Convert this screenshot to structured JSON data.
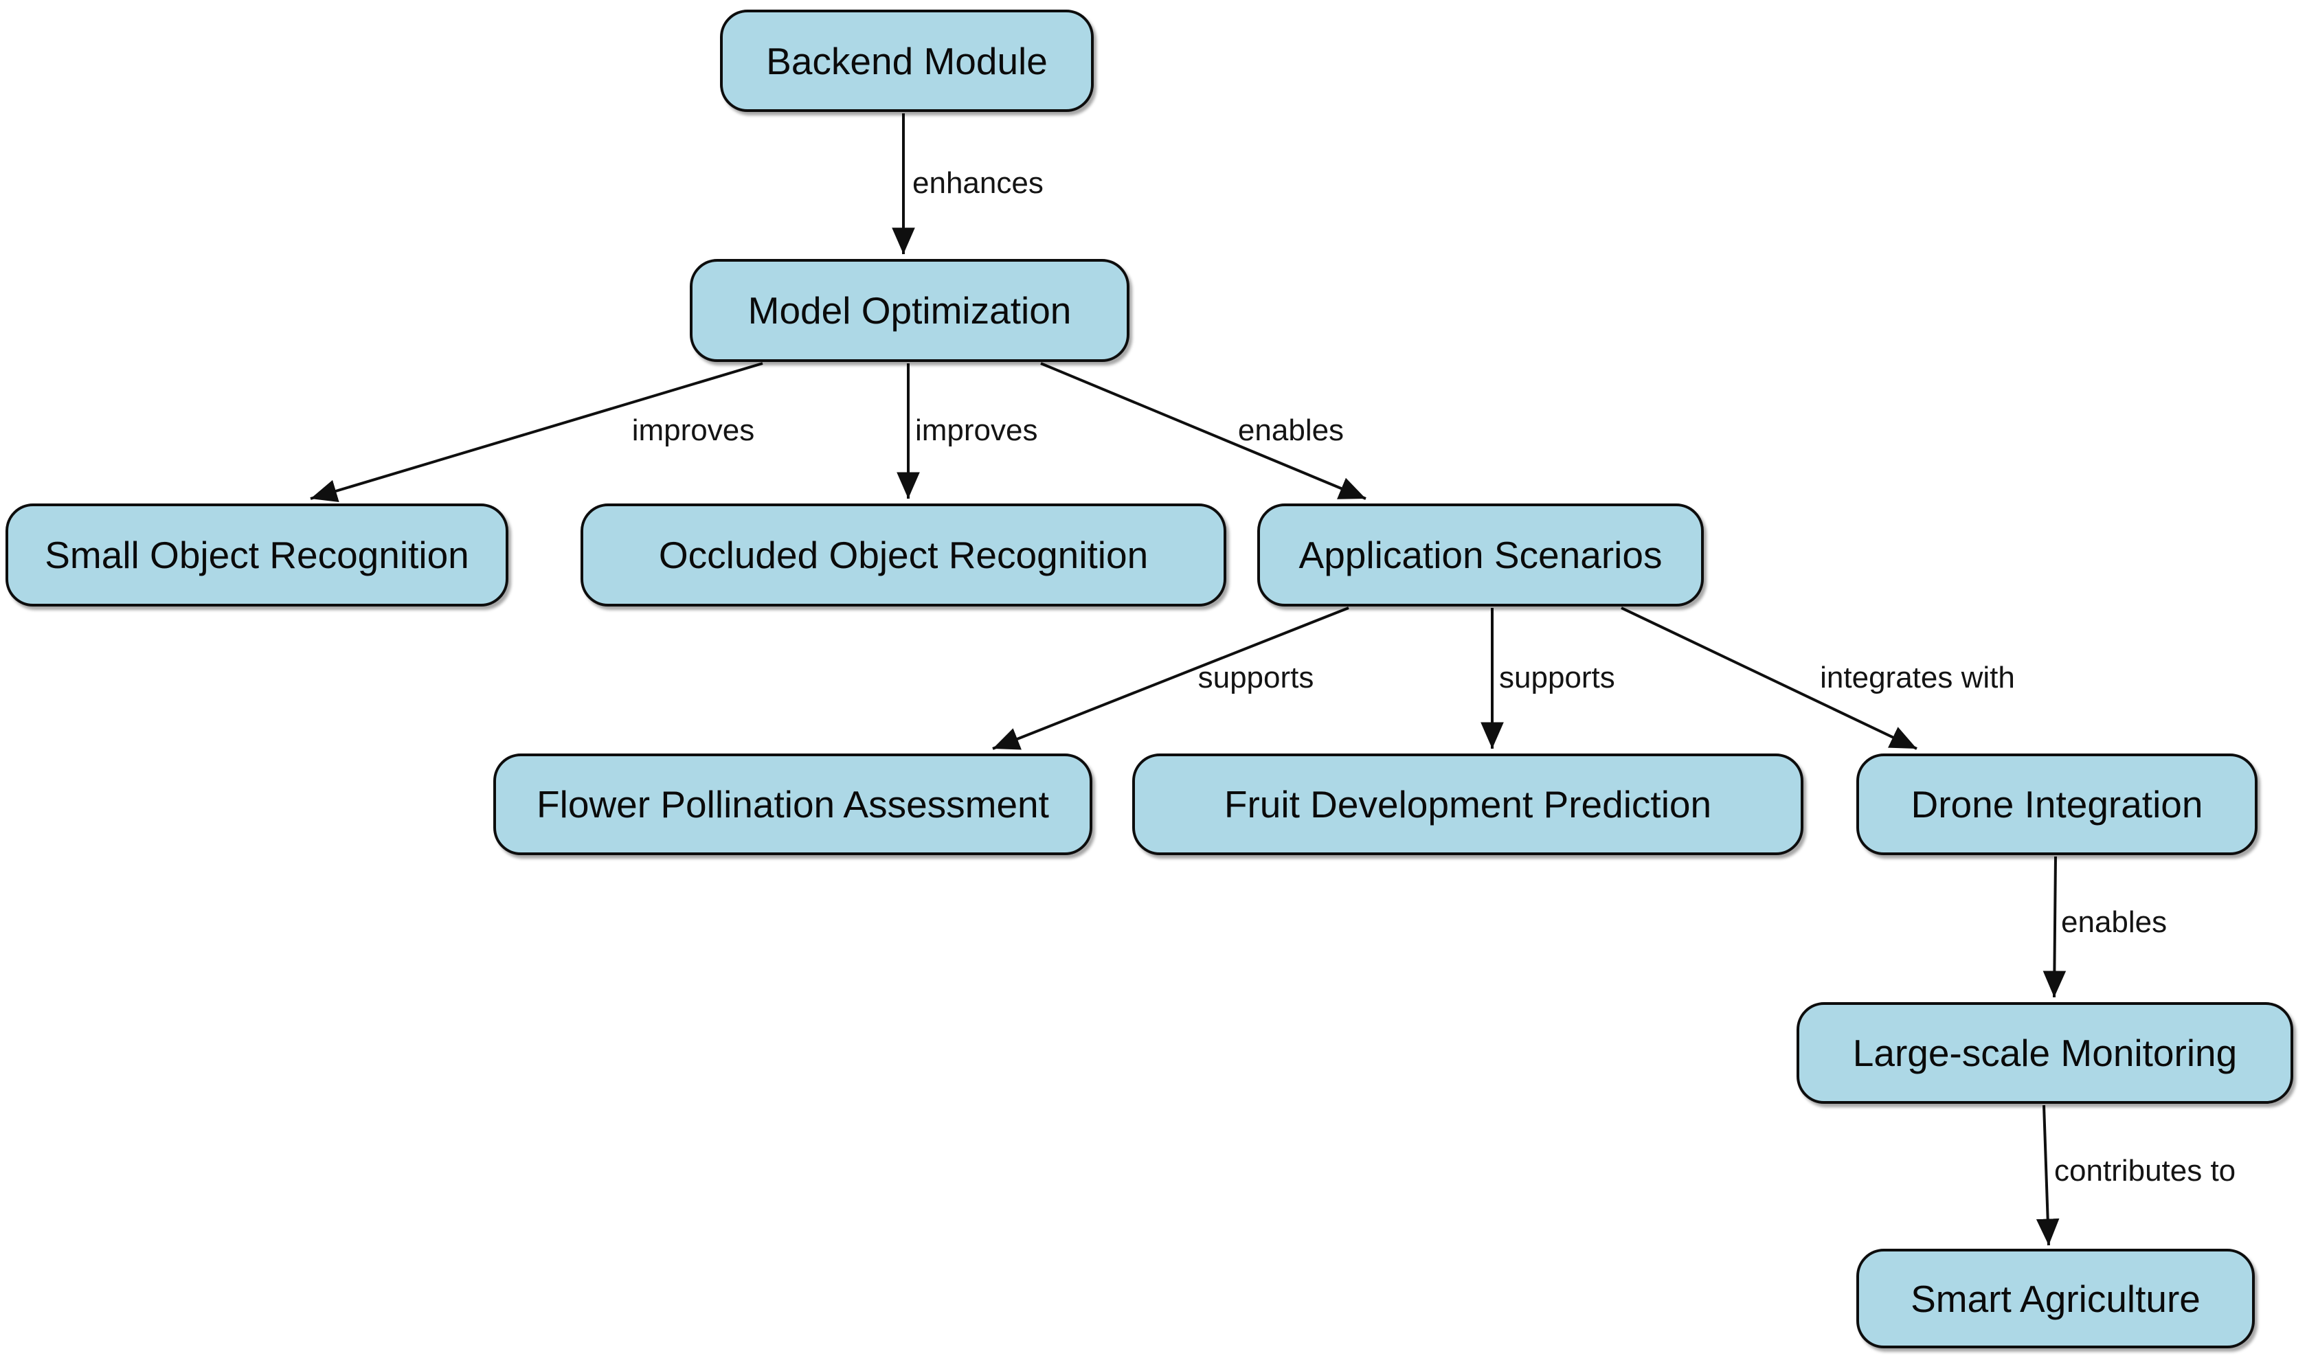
{
  "diagram": {
    "type": "flowchart",
    "background_color": "#ffffff",
    "node_fill_color": "#add8e6",
    "node_border_color": "#0d0d0d",
    "edge_color": "#0f0f0f",
    "nodes": [
      {
        "id": "backend-module",
        "label": "Backend Module"
      },
      {
        "id": "model-optimization",
        "label": "Model Optimization"
      },
      {
        "id": "small-object-recognition",
        "label": "Small Object Recognition"
      },
      {
        "id": "occluded-object-recognition",
        "label": "Occluded Object Recognition"
      },
      {
        "id": "application-scenarios",
        "label": "Application Scenarios"
      },
      {
        "id": "flower-pollination-assessment",
        "label": "Flower Pollination Assessment"
      },
      {
        "id": "fruit-development-prediction",
        "label": "Fruit Development Prediction"
      },
      {
        "id": "drone-integration",
        "label": "Drone Integration"
      },
      {
        "id": "large-scale-monitoring",
        "label": "Large-scale Monitoring"
      },
      {
        "id": "smart-agriculture",
        "label": "Smart Agriculture"
      }
    ],
    "edges": [
      {
        "from": "Backend Module",
        "to": "Model Optimization",
        "label": "enhances"
      },
      {
        "from": "Model Optimization",
        "to": "Small Object Recognition",
        "label": "improves"
      },
      {
        "from": "Model Optimization",
        "to": "Occluded Object Recognition",
        "label": "improves"
      },
      {
        "from": "Model Optimization",
        "to": "Application Scenarios",
        "label": "enables"
      },
      {
        "from": "Application Scenarios",
        "to": "Flower Pollination Assessment",
        "label": "supports"
      },
      {
        "from": "Application Scenarios",
        "to": "Fruit Development Prediction",
        "label": "supports"
      },
      {
        "from": "Application Scenarios",
        "to": "Drone Integration",
        "label": "integrates with"
      },
      {
        "from": "Drone Integration",
        "to": "Large-scale Monitoring",
        "label": "enables"
      },
      {
        "from": "Large-scale Monitoring",
        "to": "Smart Agriculture",
        "label": "contributes to"
      }
    ]
  }
}
